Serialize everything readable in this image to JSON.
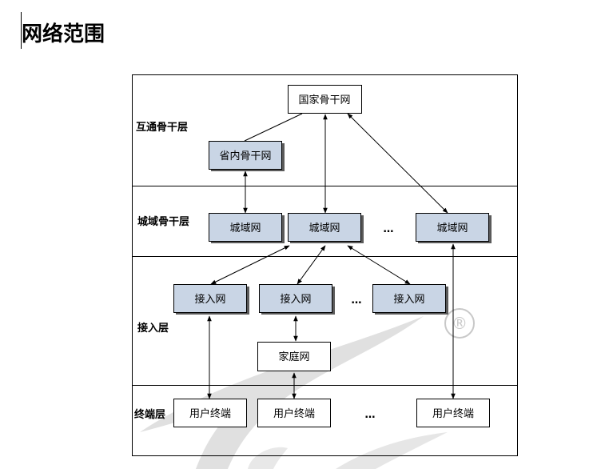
{
  "title": "网络范围",
  "layers": {
    "backbone": "互通骨干层",
    "metro": "城域骨干层",
    "access": "接入层",
    "terminal": "终端层"
  },
  "nodes": {
    "national": "国家骨干网",
    "provincial": "省内骨干网",
    "metro1": "城域网",
    "metro2": "城域网",
    "metro3": "城域网",
    "access1": "接入网",
    "access2": "接入网",
    "access3": "接入网",
    "home": "家庭网",
    "user1": "用户终端",
    "user2": "用户终端",
    "user3": "用户终端"
  },
  "ellipsis": "…",
  "watermark": {
    "registered": "®"
  }
}
